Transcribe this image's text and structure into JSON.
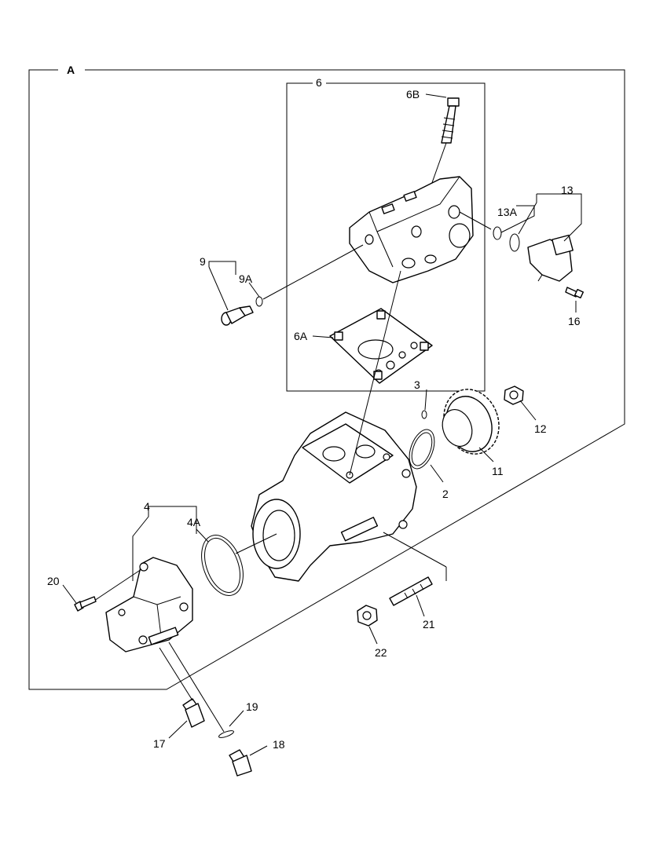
{
  "diagram": {
    "section_label": "A",
    "callouts": {
      "c6": "6",
      "c6B": "6B",
      "c6A": "6A",
      "c13": "13",
      "c13A": "13A",
      "c16": "16",
      "c9": "9",
      "c9A": "9A",
      "c3": "3",
      "c12": "12",
      "c11": "11",
      "c2": "2",
      "c4": "4",
      "c4A": "4A",
      "c20": "20",
      "c21": "21",
      "c22": "22",
      "c19": "19",
      "c17": "17",
      "c18": "18"
    }
  }
}
